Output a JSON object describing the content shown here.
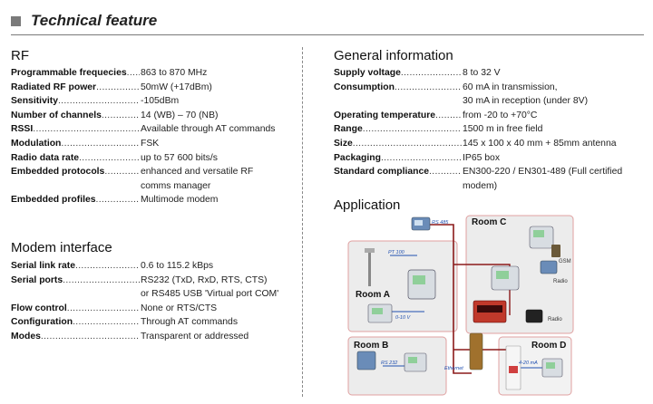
{
  "header": {
    "title": "Technical feature"
  },
  "rf": {
    "title": "RF",
    "rows": [
      {
        "label": "Programmable frequecies",
        "values": [
          "863 to 870 MHz"
        ]
      },
      {
        "label": "Radiated RF power",
        "values": [
          "50mW (+17dBm)"
        ]
      },
      {
        "label": "Sensitivity",
        "values": [
          "-105dBm"
        ]
      },
      {
        "label": "Number of channels",
        "values": [
          "14 (WB) – 70 (NB)"
        ]
      },
      {
        "label": "RSSI",
        "values": [
          "Available through AT commands"
        ]
      },
      {
        "label": "Modulation",
        "values": [
          "FSK"
        ]
      },
      {
        "label": "Radio data rate",
        "values": [
          "up to 57 600 bits/s"
        ]
      },
      {
        "label": "Embedded protocols",
        "values": [
          "enhanced and versatile RF",
          "comms manager"
        ]
      },
      {
        "label": "Embedded profiles",
        "values": [
          "Multimode modem"
        ]
      }
    ]
  },
  "modem": {
    "title": "Modem interface",
    "rows": [
      {
        "label": "Serial link rate",
        "values": [
          "0.6 to 115.2 kBps"
        ]
      },
      {
        "label": "Serial ports",
        "values": [
          "RS232 (TxD, RxD, RTS, CTS)",
          "or RS485 USB 'Virtual port COM'"
        ]
      },
      {
        "label": "Flow control",
        "values": [
          "None or RTS/CTS"
        ]
      },
      {
        "label": "Configuration",
        "values": [
          "Through AT commands"
        ]
      },
      {
        "label": "Modes",
        "values": [
          "Transparent or addressed"
        ]
      }
    ]
  },
  "general": {
    "title": "General information",
    "rows": [
      {
        "label": "Supply voltage",
        "values": [
          "8 to 32 V"
        ]
      },
      {
        "label": "Consumption",
        "values": [
          "60 mA in transmission,",
          "30 mA in reception (under 8V)"
        ]
      },
      {
        "label": "Operating temperature",
        "values": [
          "from -20 to +70°C"
        ]
      },
      {
        "label": "Range",
        "values": [
          "1500 m in free field"
        ]
      },
      {
        "label": "Size",
        "values": [
          "145 x 100 x 40 mm + 85mm antenna"
        ]
      },
      {
        "label": "Packaging",
        "values": [
          "IP65 box"
        ]
      },
      {
        "label": "Standard compliance",
        "values": [
          "EN300-220 / EN301-489 (Full certified modem)"
        ]
      }
    ]
  },
  "application": {
    "title": "Application",
    "rooms": {
      "a": "Room A",
      "b": "Room B",
      "c": "Room C",
      "d": "Room D"
    },
    "tags": {
      "rs485": "RS 485",
      "pt100": "PT 100",
      "v010": "0-10 V",
      "rs232": "RS 232",
      "ethernet": "Ethernet",
      "ma420": "4-20 mA",
      "gsm": "GSM",
      "radio1": "Radio",
      "radio2": "Radio"
    }
  },
  "dot_leader": "....................................................................................................",
  "colors": {
    "accent_square": "#7a7a7a",
    "rule": "#7a7a7a",
    "cable_red": "#8b1a1a",
    "link_blue": "#2050b0",
    "room_border": "#e0a0a0"
  }
}
